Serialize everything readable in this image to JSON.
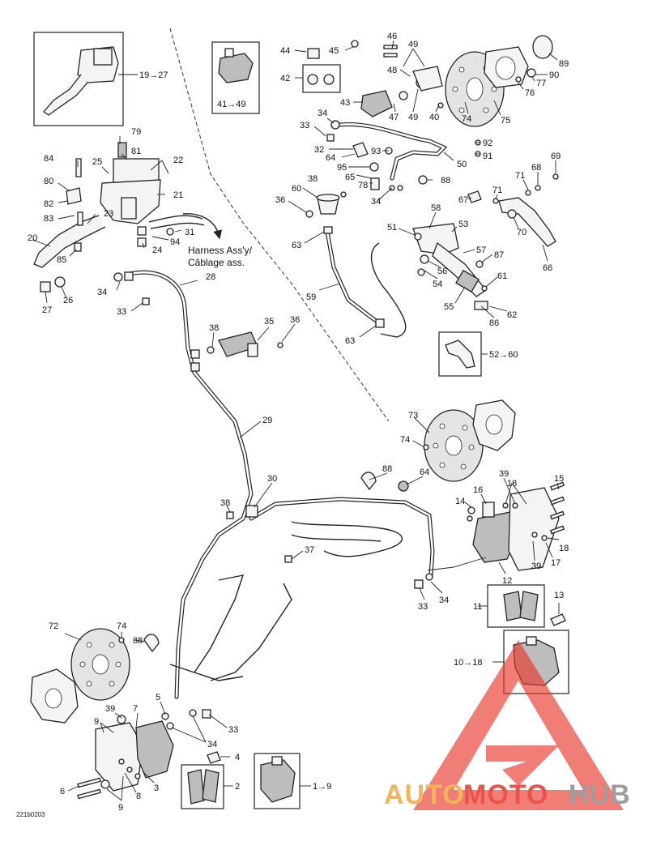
{
  "harness_note": {
    "line1": "Harness Ass'y/",
    "line2": "Câblage ass."
  },
  "figure_code": "221b0203",
  "watermark": {
    "part1": "AUTO",
    "part2": "MOTO",
    "part3": "HUB",
    "color_red": "#e8362a",
    "color_orange": "#f2a93b",
    "color_gray": "#8c8c8c"
  },
  "refs": {
    "r19_27": "19→27",
    "r41_49": "41→49",
    "r52_60": "52→60",
    "r10_18": "10→18",
    "r1_9": "1→9"
  },
  "labels": {
    "l79": "79",
    "l81": "81",
    "l84": "84",
    "l25": "25",
    "l22": "22",
    "l80": "80",
    "l21": "21",
    "l82": "82",
    "l83": "83",
    "l23": "23",
    "l31": "31",
    "l20": "20",
    "l94": "94",
    "l24": "24",
    "l85": "85",
    "l34a": "34",
    "l28": "28",
    "l27": "27",
    "l26": "26",
    "l33a": "33",
    "l38a": "38",
    "l35": "35",
    "l36a": "36",
    "l29": "29",
    "l30": "30",
    "l38b": "38",
    "l37": "37",
    "l46": "46",
    "l44": "44",
    "l45": "45",
    "l49a": "49",
    "l89": "89",
    "l48": "48",
    "l42": "42",
    "l77": "77",
    "l90": "90",
    "l43": "43",
    "l76": "76",
    "l47": "47",
    "l49b": "49",
    "l40": "40",
    "l74a": "74",
    "l75": "75",
    "l34b": "34",
    "l33b": "33",
    "l92": "92",
    "l32": "32",
    "l93": "93",
    "l91": "91",
    "l64a": "64",
    "l50": "50",
    "l95": "95",
    "l65": "65",
    "l78": "78",
    "l88a": "88",
    "l38c": "38",
    "l60": "60",
    "l69": "69",
    "l68": "68",
    "l71a": "71",
    "l71b": "71",
    "l34c": "34",
    "l36b": "36",
    "l67": "67",
    "l58": "58",
    "l70": "70",
    "l51": "51",
    "l53": "53",
    "l63a": "63",
    "l57": "57",
    "l87": "87",
    "l66": "66",
    "l56": "56",
    "l61": "61",
    "l54": "54",
    "l59": "59",
    "l55": "55",
    "l62": "62",
    "l86": "86",
    "l63b": "63",
    "l73": "73",
    "l74b": "74",
    "l88b": "88",
    "l64b": "64",
    "l39a": "39",
    "l15": "15",
    "l18a": "18",
    "l16": "16",
    "l14": "14",
    "l18b": "18",
    "l39b": "39",
    "l17": "17",
    "l12": "12",
    "l33c": "33",
    "l34d": "34",
    "l11": "11",
    "l13": "13",
    "l72": "72",
    "l74c": "74",
    "l88c": "88",
    "l5": "5",
    "l39c": "39",
    "l7": "7",
    "l9a": "9",
    "l33d": "33",
    "l34e": "34",
    "l4": "4",
    "l2": "2",
    "l6": "6",
    "l8": "8",
    "l3": "3",
    "l9b": "9"
  }
}
